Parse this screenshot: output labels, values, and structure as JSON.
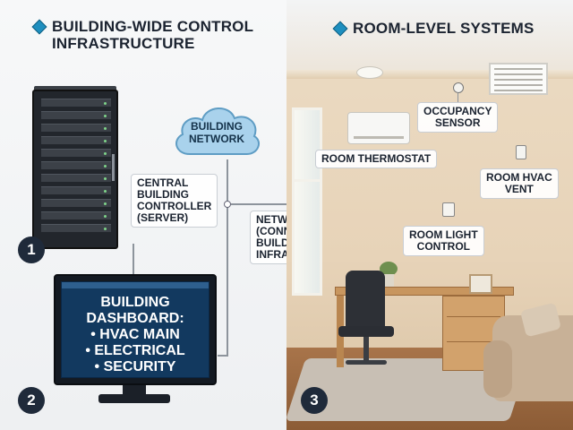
{
  "sections": {
    "left_title_line1": "BUILDING-WIDE CONTROL",
    "left_title_line2": "INFRASTRUCTURE",
    "right_title": "ROOM-LEVEL SYSTEMS"
  },
  "labels": {
    "network_cloud_line1": "BUILDING",
    "network_cloud_line2": "NETWORK",
    "controller_line1": "CENTRAL",
    "controller_line2": "BUILDING",
    "controller_line3": "CONTROLLER",
    "controller_line4": "(SERVER)",
    "network_link_line1": "NETWORK LINK",
    "network_link_line2": "(CONNECTS TO",
    "network_link_line3": "BUILDING",
    "network_link_line4": "INFRASTRUCTURE)",
    "occupancy_line1": "OCCUPANCY",
    "occupancy_line2": "SENSOR",
    "thermostat": "ROOM THERMOSTAT",
    "hvac_vent_line1": "ROOM HVAC",
    "hvac_vent_line2": "VENT",
    "light_control_line1": "ROOM LIGHT",
    "light_control_line2": "CONTROL"
  },
  "dashboard": {
    "line1": "BUILDING",
    "line2": "DASHBOARD:",
    "item1": "• HVAC MAIN",
    "item2": "• ELECTRICAL",
    "item3": "• SECURITY"
  },
  "badges": [
    "1",
    "2",
    "3"
  ],
  "colors": {
    "accent": "#1e8fbf",
    "dark": "#1b2330",
    "screen": "#12395f",
    "cloud": "#a9d2ec"
  },
  "icons": [
    "diamond-bullet-icon",
    "cloud-icon",
    "server-rack-icon",
    "monitor-icon"
  ]
}
